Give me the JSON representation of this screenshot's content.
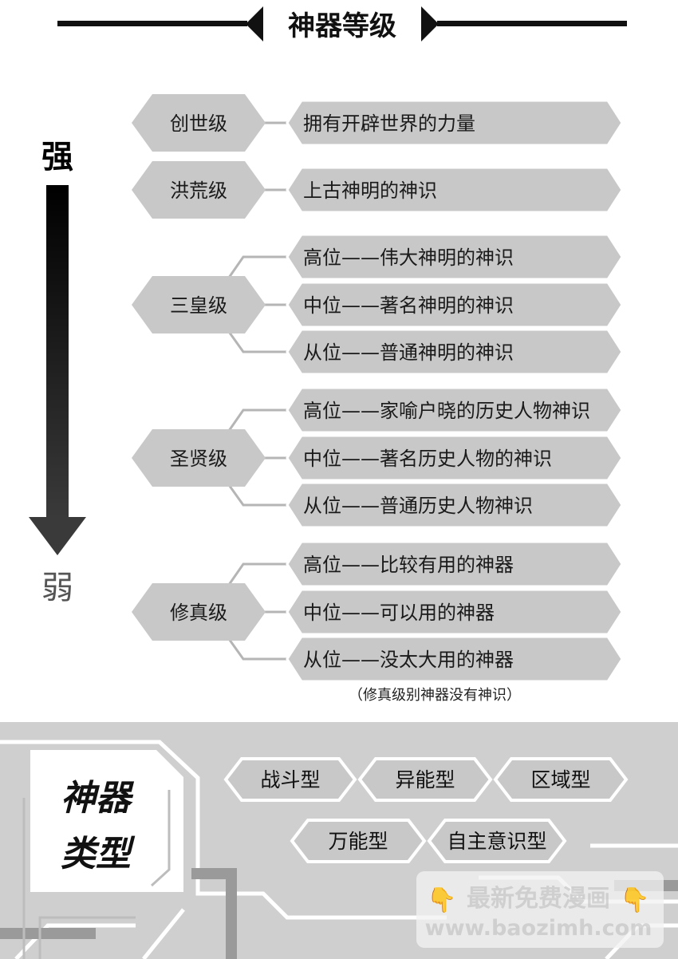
{
  "header": {
    "title": "神器等级"
  },
  "scale": {
    "strong_label": "强",
    "weak_label": "弱"
  },
  "colors": {
    "box_fill": "#c8c8c8",
    "box_stroke": "#ffffff",
    "text": "#1a1a1a",
    "panel": "#cfcfcf"
  },
  "tiers": [
    {
      "name": "创世级",
      "items": [
        "拥有开辟世界的力量"
      ]
    },
    {
      "name": "洪荒级",
      "items": [
        "上古神明的神识"
      ]
    },
    {
      "name": "三皇级",
      "items": [
        "高位——伟大神明的神识",
        "中位——著名神明的神识",
        "从位——普通神明的神识"
      ]
    },
    {
      "name": "圣贤级",
      "items": [
        "高位——家喻户晓的历史人物神识",
        "中位——著名历史人物的神识",
        "从位——普通历史人物神识"
      ]
    },
    {
      "name": "修真级",
      "items": [
        "高位——比较有用的神器",
        "中位——可以用的神器",
        "从位——没太大用的神器"
      ]
    }
  ],
  "note": "（修真级别神器没有神识）",
  "types": {
    "title_line1": "神器",
    "title_line2": "类型",
    "row1": [
      "战斗型",
      "异能型",
      "区域型"
    ],
    "row2": [
      "万能型",
      "自主意识型"
    ]
  },
  "watermark": {
    "line1": "最新免费漫画",
    "line2": "www.baozimh.com",
    "emoji": "👇"
  }
}
